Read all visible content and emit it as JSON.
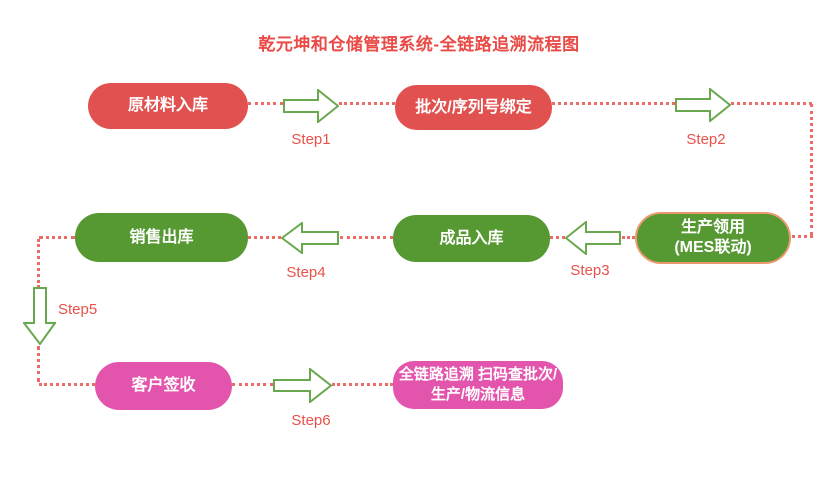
{
  "title": "乾元坤和仓储管理系统-全链路追溯流程图",
  "nodes": {
    "raw_material_inbound": {
      "label": "原材料入库"
    },
    "batch_serial_binding": {
      "label": "批次/序列号绑定"
    },
    "production_picking": {
      "line1": "生产领用",
      "line2": "(MES联动)"
    },
    "finished_goods_inbound": {
      "label": "成品入库"
    },
    "sales_outbound": {
      "label": "销售出库"
    },
    "customer_signoff": {
      "label": "客户签收"
    },
    "full_chain_trace": {
      "label": "全链路追溯 扫码查批次/生产/物流信息"
    }
  },
  "steps": {
    "step1": "Step1",
    "step2": "Step2",
    "step3": "Step3",
    "step4": "Step4",
    "step5": "Step5",
    "step6": "Step6"
  },
  "colors": {
    "title_red": "#ea4b47",
    "box_red": "#e15150",
    "box_green": "#569933",
    "mes_border_orange": "#e9996d",
    "box_pink": "#e355ac",
    "dotted_line": "#ec6b66",
    "arrow_green": "#6aa84f",
    "step_label_red": "#e8524a",
    "node_text": "#ffffff"
  }
}
